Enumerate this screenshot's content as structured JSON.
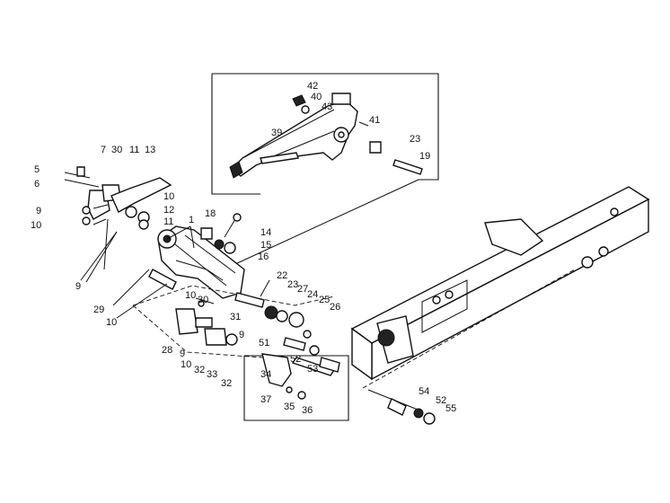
{
  "diagram": {
    "labels": {
      "l42": "42",
      "l40": "40",
      "l43": "43",
      "l41": "41",
      "l39": "39",
      "l23a": "23",
      "l19": "19",
      "l5": "5",
      "l6": "6",
      "l7": "7",
      "l30a": "30",
      "l11a": "11",
      "l13": "13",
      "l10a": "10",
      "l9a": "9",
      "l10b": "10",
      "l12": "12",
      "l11b": "11",
      "l1": "1",
      "l18": "18",
      "l14": "14",
      "l15": "15",
      "l16": "16",
      "l9b": "9",
      "l29": "29",
      "l10c": "10",
      "l22": "22",
      "l23b": "23",
      "l27": "27",
      "l24": "24",
      "l25": "25",
      "l26": "26",
      "l10d": "10",
      "l30b": "30",
      "l31": "31",
      "l9c": "9",
      "l28": "28",
      "l9d": "9",
      "l10e": "10",
      "l32a": "32",
      "l33": "33",
      "l32b": "32",
      "l51": "51",
      "l52a": "52",
      "l53": "53",
      "l34": "34",
      "l37": "37",
      "l35": "35",
      "l36": "36",
      "l54": "54",
      "l52b": "52",
      "l55": "55"
    }
  }
}
